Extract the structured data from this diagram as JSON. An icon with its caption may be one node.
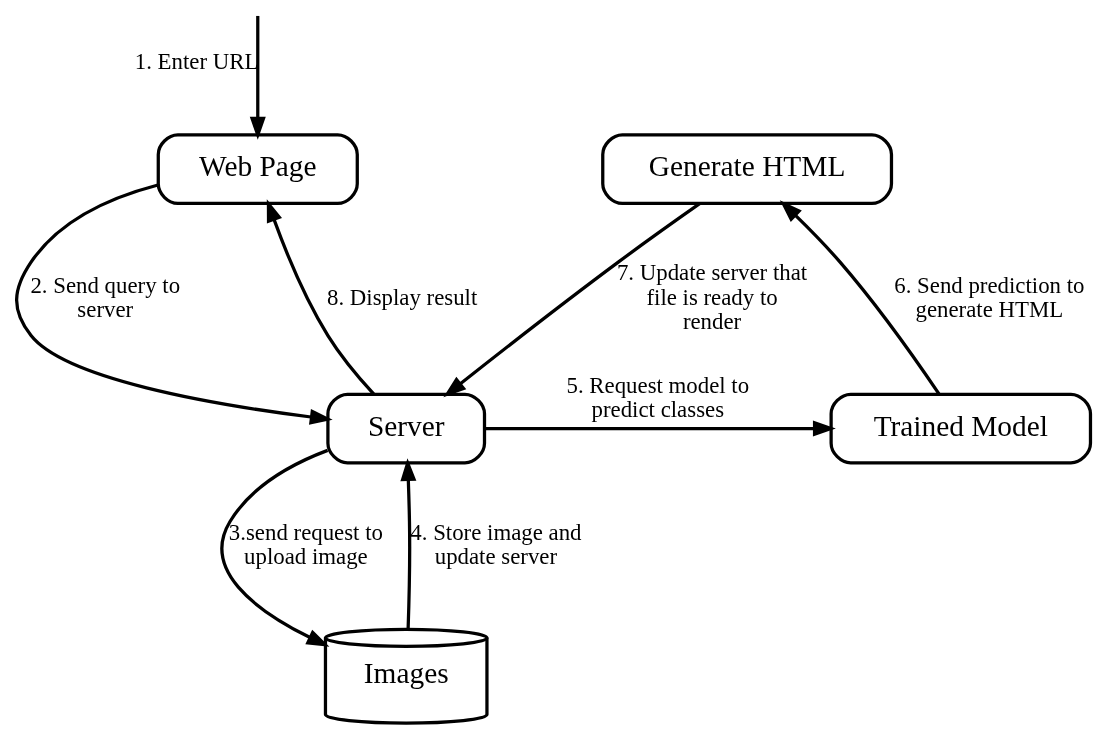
{
  "diagram": {
    "nodes": [
      {
        "text": [
          "Generate HTML"
        ]
      },
      {
        "text": [
          "Web Page"
        ]
      },
      {
        "text": [
          "Server"
        ]
      },
      {
        "text": [
          "Trained Model"
        ]
      },
      {
        "text": [
          "Images"
        ]
      }
    ],
    "edges": [
      {
        "from": null,
        "to": 1,
        "arrow": "to",
        "label": "1. Enter URL"
      },
      {
        "from": 1,
        "to": 2,
        "arrow": "to",
        "label": "2. Send query to server"
      },
      {
        "from": 2,
        "to": 4,
        "arrow": "to",
        "label": "3.send request to upload image"
      },
      {
        "from": 4,
        "to": 2,
        "arrow": "to",
        "label": "4. Store image and update server"
      },
      {
        "from": 2,
        "to": 3,
        "arrow": "to",
        "label": "5. Request model to predict classes"
      },
      {
        "from": 3,
        "to": 0,
        "arrow": "to",
        "label": "6. Send prediction to generate HTML"
      },
      {
        "from": 0,
        "to": 2,
        "arrow": "to",
        "label": "7. Update server that file is ready to render"
      },
      {
        "from": 2,
        "to": 1,
        "arrow": "to",
        "label": "8. Display result"
      }
    ]
  }
}
